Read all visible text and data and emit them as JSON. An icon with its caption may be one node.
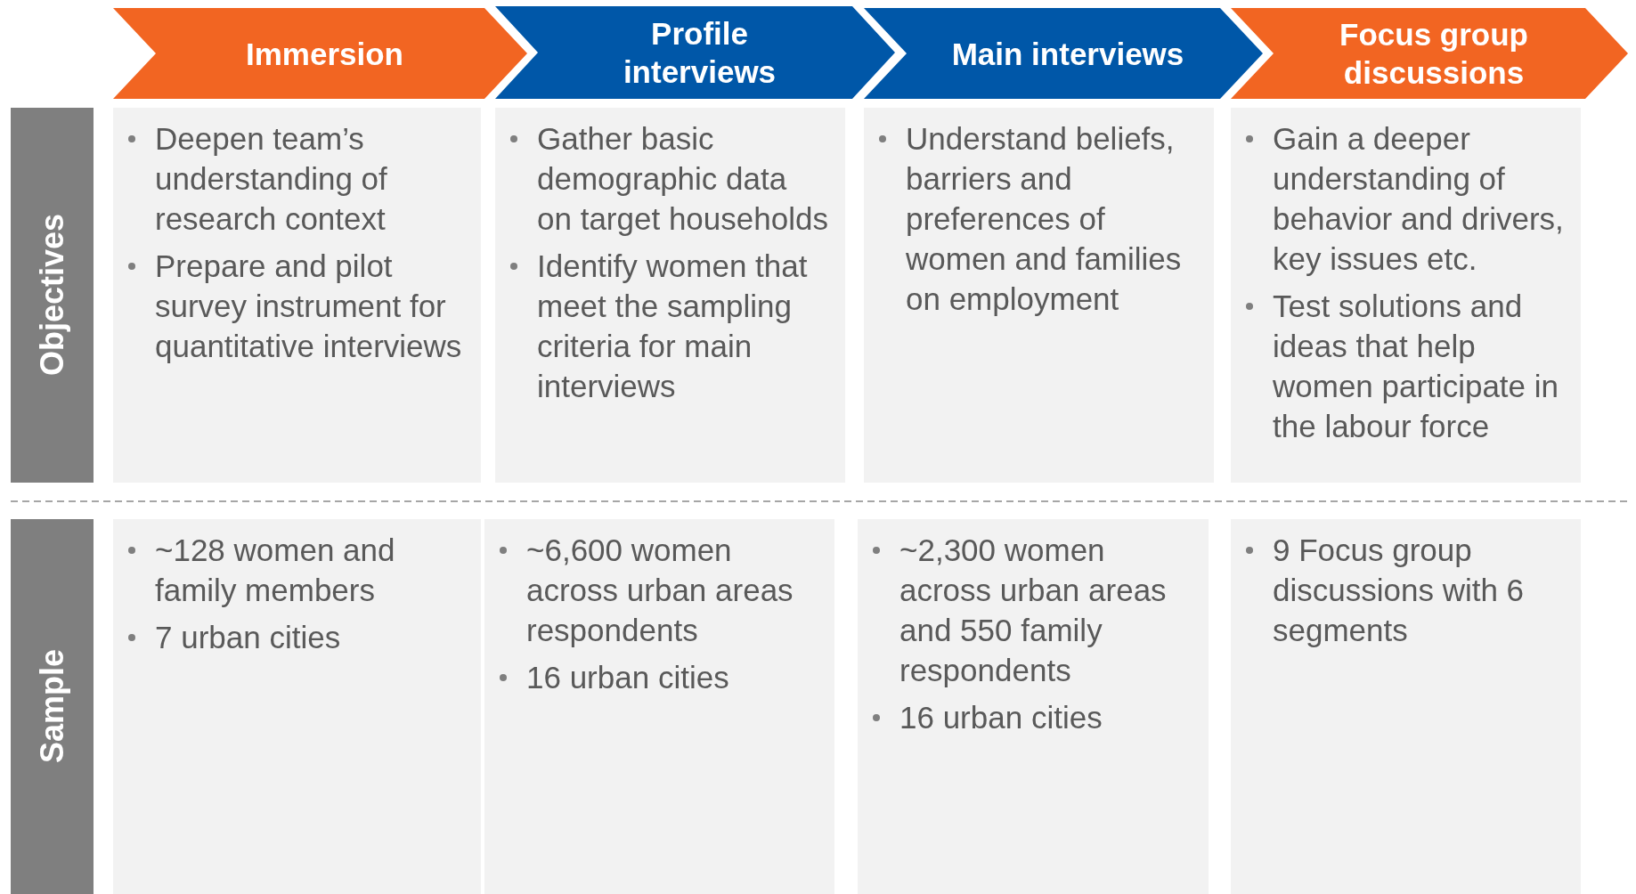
{
  "diagram": {
    "nodes": [
      {
        "text": [
          "Immersion"
        ]
      },
      {
        "text": [
          "Profile interviews"
        ]
      },
      {
        "text": [
          "Main interviews"
        ]
      },
      {
        "text": [
          "Focus group discussions"
        ]
      },
      {
        "text": [
          "Objectives"
        ]
      },
      {
        "text": [
          "Deepen team’s understanding of research context",
          "Prepare and pilot survey instrument for quantitative interviews"
        ]
      },
      {
        "text": [
          "Gather basic demographic data on target households",
          "Identify women that meet the sampling criteria for main interviews"
        ]
      },
      {
        "text": [
          "Understand beliefs, barriers and preferences of women and families on employment"
        ]
      },
      {
        "text": [
          "Gain a deeper understanding of behavior and drivers, key issues etc.",
          "Test solutions and ideas that help women participate in the labour force"
        ]
      },
      {
        "text": [
          "Sample"
        ]
      },
      {
        "text": [
          "~128 women and family members",
          "7 urban cities"
        ]
      },
      {
        "text": [
          "~6,600 women across urban areas respondents",
          "16 urban cities"
        ]
      },
      {
        "text": [
          "~2,300 women across urban areas and 550 family respondents",
          "16 urban cities"
        ]
      },
      {
        "text": [
          "9 Focus group discussions with 6 segments"
        ]
      }
    ]
  }
}
